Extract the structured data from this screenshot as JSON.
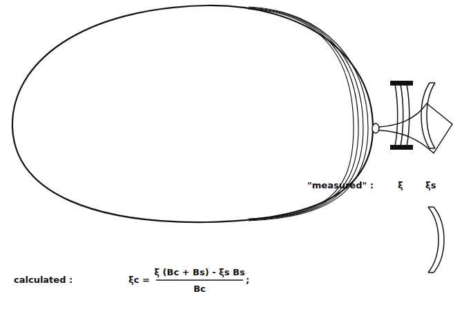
{
  "diagram": {
    "labels": [
      "\"measured\" :",
      "ξ",
      "ξs",
      "calculated :",
      "ξc =",
      "ξ (Bc + Bs) - ξs Bs",
      "Bc",
      ";"
    ]
  }
}
